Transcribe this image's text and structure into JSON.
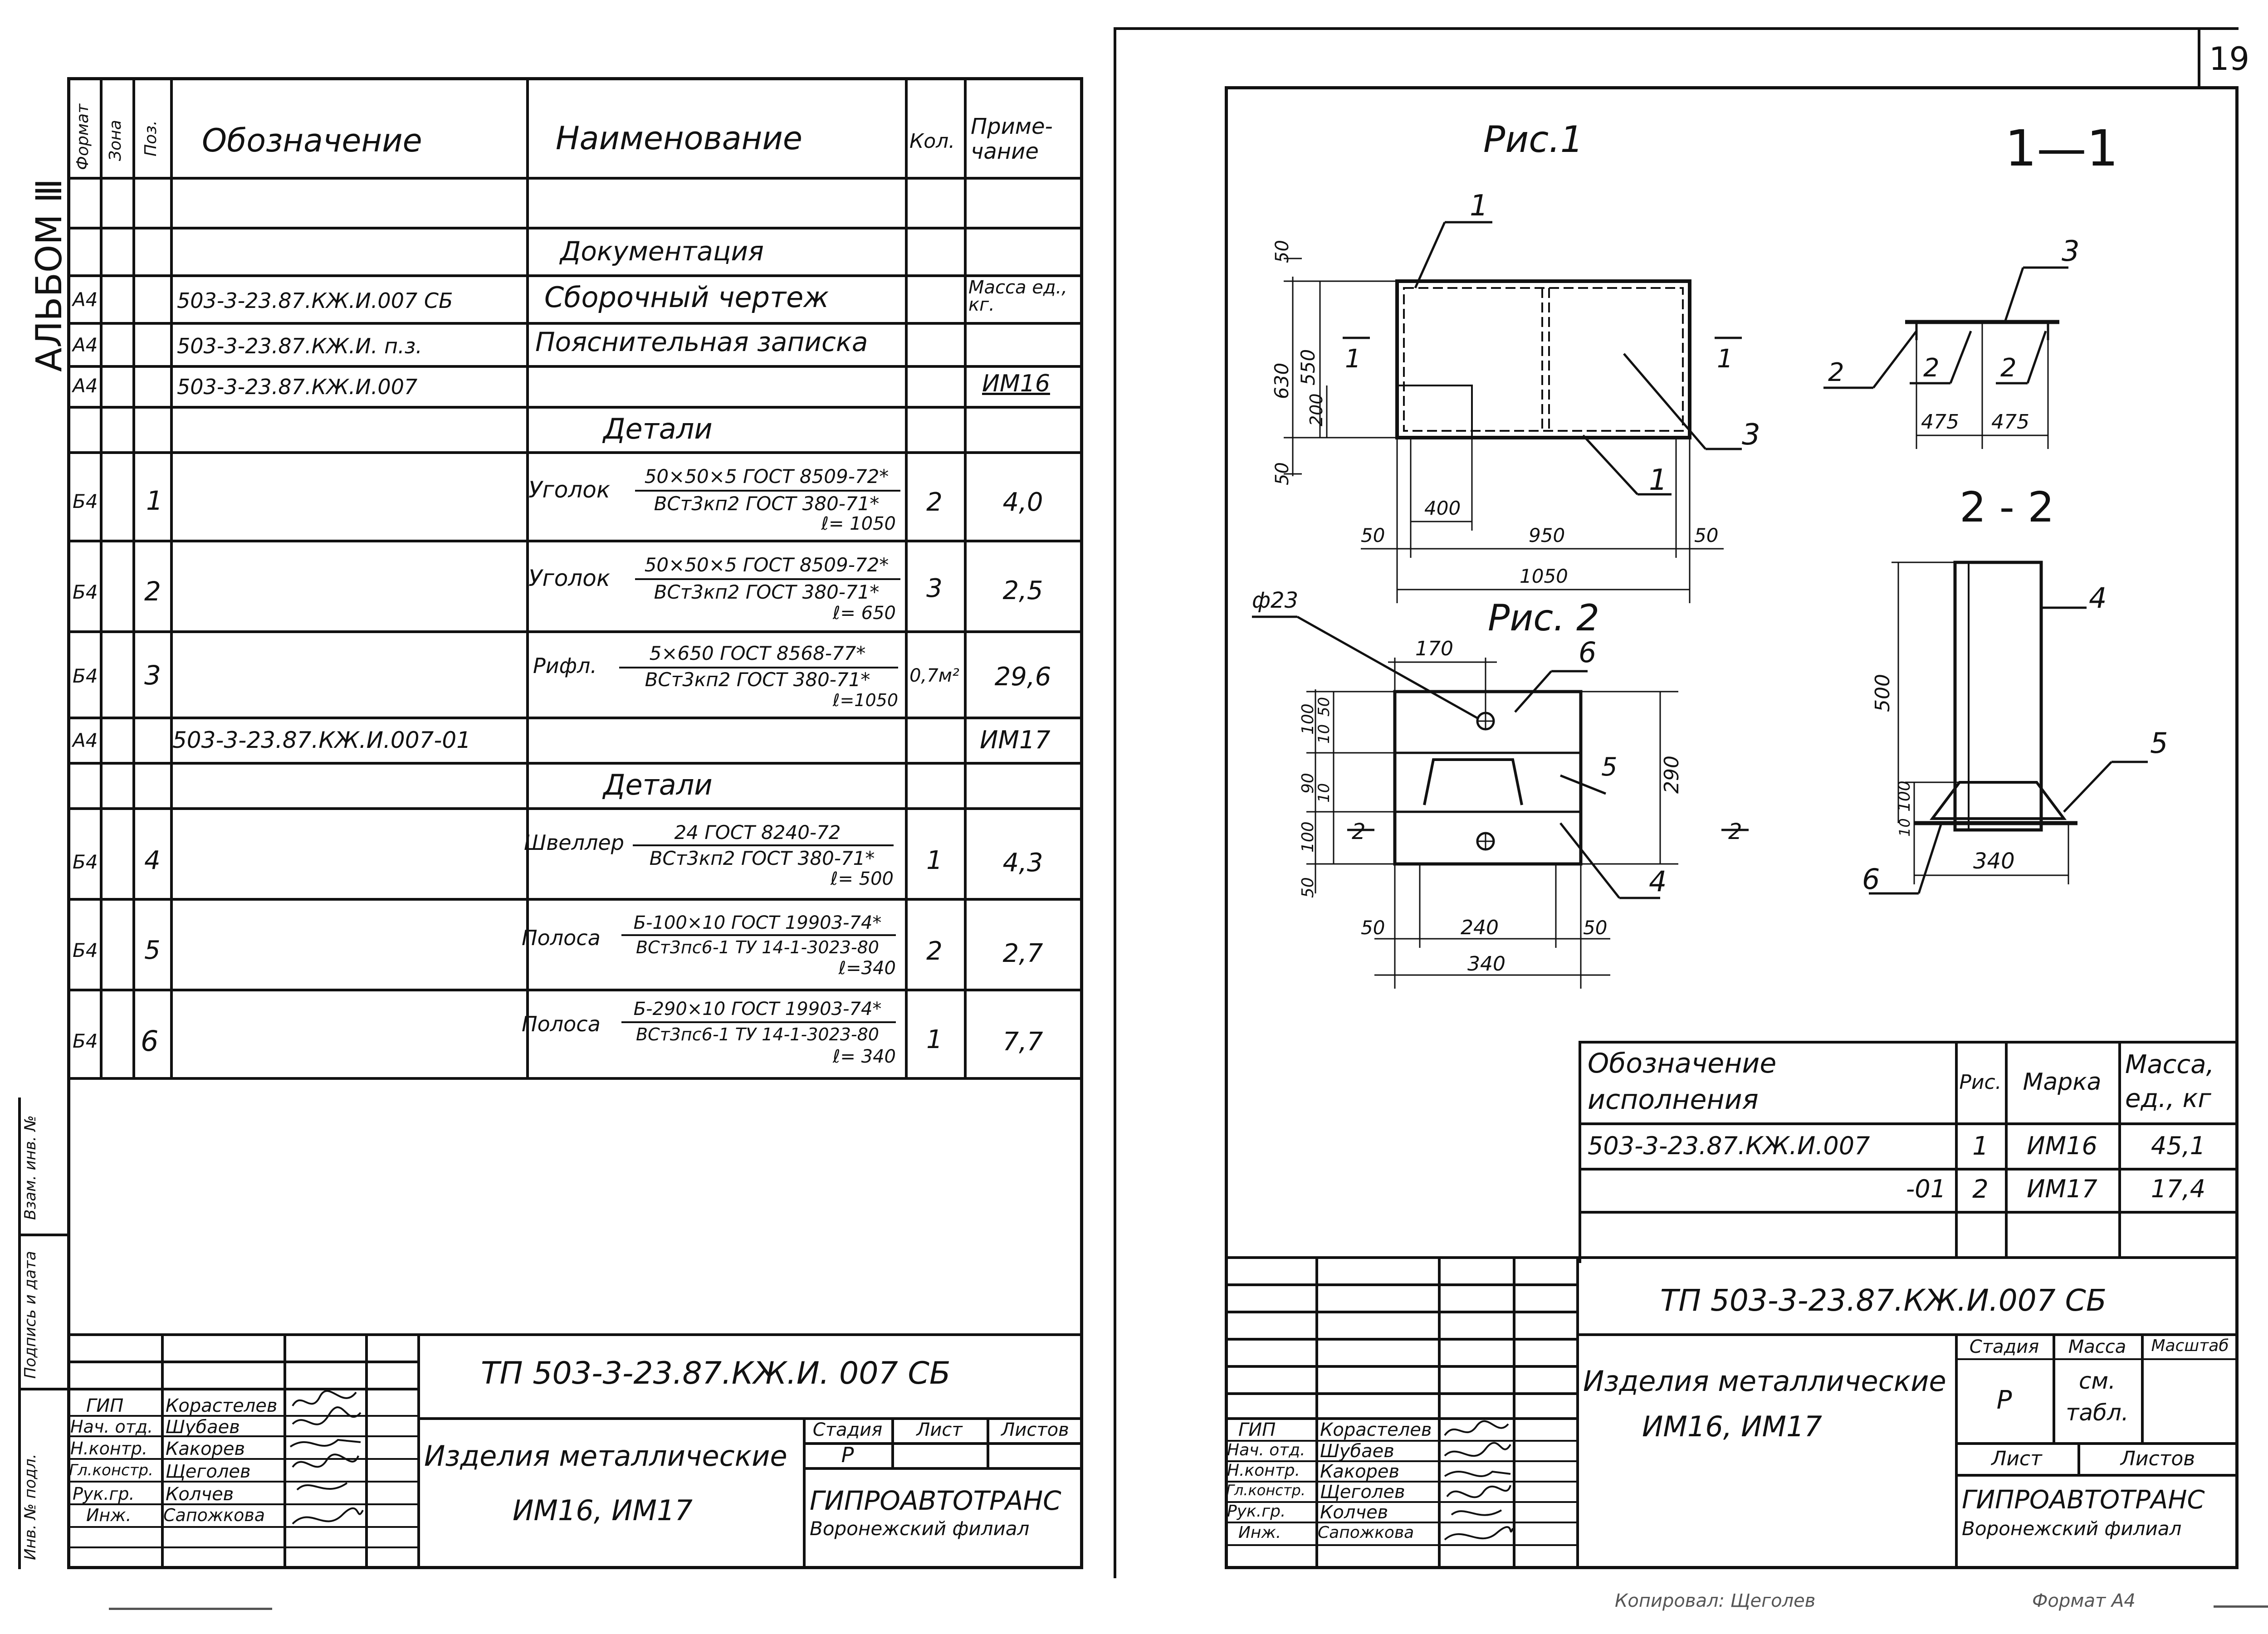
{
  "sheet_number": "19",
  "album_label": "АЛЬБОМ Ⅲ",
  "left_side_labels": [
    "Инв. № подл.",
    "Подпись и дата",
    "Взам. инв. №"
  ],
  "spec": {
    "headers": {
      "format": "Формат",
      "zone": "Зона",
      "pos": "Поз.",
      "designation": "Обозначение",
      "name": "Наименование",
      "qty": "Кол.",
      "note_line1": "Приме-",
      "note_line2": "чание"
    },
    "rows": [
      {
        "format": "",
        "pos": "",
        "designation": "",
        "name": "Документация",
        "qty": "",
        "note": ""
      },
      {
        "format": "А4",
        "pos": "",
        "designation": "503-3-23.87.КЖ.И.007 СБ",
        "name": "Сборочный чертеж",
        "qty": "",
        "note": "Масса ед., кг."
      },
      {
        "format": "А4",
        "pos": "",
        "designation": "503-3-23.87.КЖ.И. п.з.",
        "name": "Пояснительная записка",
        "qty": "",
        "note": ""
      },
      {
        "format": "А4",
        "pos": "",
        "designation": "503-3-23.87.КЖ.И.007",
        "name": "",
        "qty": "",
        "note": "ИМ16"
      },
      {
        "format": "",
        "pos": "",
        "designation": "",
        "name": "Детали",
        "qty": "",
        "note": ""
      },
      {
        "format": "Б4",
        "pos": "1",
        "designation": "",
        "name": "Уголок",
        "frac_top": "50×50×5 ГОСТ 8509-72*",
        "frac_bottom": "ВСт3кп2 ГОСТ 380-71*",
        "frac_sub": "ℓ= 1050",
        "qty": "2",
        "note": "4,0"
      },
      {
        "format": "Б4",
        "pos": "2",
        "designation": "",
        "name": "Уголок",
        "frac_top": "50×50×5 ГОСТ 8509-72*",
        "frac_bottom": "ВСт3кп2 ГОСТ 380-71*",
        "frac_sub": "ℓ= 650",
        "qty": "3",
        "note": "2,5"
      },
      {
        "format": "Б4",
        "pos": "3",
        "designation": "",
        "name": "Рифл.",
        "frac_top": "5×650 ГОСТ 8568-77*",
        "frac_bottom": "ВСт3кп2 ГОСТ 380-71*",
        "frac_sub": "ℓ=1050",
        "qty": "0,7м²",
        "note": "29,6"
      },
      {
        "format": "А4",
        "pos": "",
        "designation": "503-3-23.87.КЖ.И.007-01",
        "name": "",
        "qty": "",
        "note": "ИМ17"
      },
      {
        "format": "",
        "pos": "",
        "designation": "",
        "name": "Детали",
        "qty": "",
        "note": ""
      },
      {
        "format": "Б4",
        "pos": "4",
        "designation": "",
        "name": "Швеллер",
        "frac_top": "24 ГОСТ 8240-72",
        "frac_bottom": "ВСт3кп2 ГОСТ 380-71*",
        "frac_sub": "ℓ= 500",
        "qty": "1",
        "note": "4,3"
      },
      {
        "format": "Б4",
        "pos": "5",
        "designation": "",
        "name": "Полоса",
        "frac_top": "Б-100×10 ГОСТ 19903-74*",
        "frac_bottom": "ВСт3пс6-1 ТУ 14-1-3023-80",
        "frac_sub": "ℓ=340",
        "qty": "2",
        "note": "2,7"
      },
      {
        "format": "Б4",
        "pos": "6",
        "designation": "",
        "name": "Полоса",
        "frac_top": "Б-290×10 ГОСТ 19903-74*",
        "frac_bottom": "ВСт3пс6-1 ТУ 14-1-3023-80",
        "frac_sub": "ℓ= 340",
        "qty": "1",
        "note": "7,7"
      }
    ]
  },
  "title_block_left": {
    "code": "ТП 503-3-23.87.КЖ.И. 007 СБ",
    "title_line1": "Изделия металлические",
    "title_line2": "ИМ16,  ИМ17",
    "stage_header": "Стадия",
    "sheet_header": "Лист",
    "sheets_header": "Листов",
    "stage": "Р",
    "org_line1": "ГИПРОАВТОТРАНС",
    "org_line2": "Воронежский филиал",
    "staff": [
      {
        "role": "ГИП",
        "name": "Корастелев"
      },
      {
        "role": "Нач. отд.",
        "name": "Шубаев"
      },
      {
        "role": "Н.контр.",
        "name": "Какорев"
      },
      {
        "role": "Гл.констр.",
        "name": "Щеголев"
      },
      {
        "role": "Рук.гр.",
        "name": "Колчев"
      },
      {
        "role": "Инж.",
        "name": "Сапожкова"
      }
    ]
  },
  "drawing": {
    "fig1_label": "Рис.1",
    "fig2_label": "Рис. 2",
    "sec11_label": "1—1",
    "sec22_label": "2 - 2",
    "fig1_dims": {
      "d50t": "50",
      "d630": "630",
      "d550": "550",
      "d200": "200",
      "d50b": "50",
      "d400": "400",
      "d50l": "50",
      "d950": "950",
      "d50r": "50",
      "d1050": "1050"
    },
    "fig1_callouts": {
      "c1a": "1",
      "c3": "3",
      "c1b": "1",
      "sec1": "1"
    },
    "sec11": {
      "c3": "3",
      "c2a": "2",
      "c2b": "2",
      "c2c": "2",
      "d475a": "475",
      "d475b": "475"
    },
    "fig2_dims": {
      "phi": "ф23",
      "d170": "170",
      "d100a": "100",
      "d10a": "10",
      "d50a": "50",
      "d90": "90",
      "d10b": "10",
      "d100b": "100",
      "d50b": "50",
      "d290": "290",
      "d50l": "50",
      "d240": "240",
      "d50r": "50",
      "d340": "340"
    },
    "fig2_callouts": {
      "c6": "6",
      "c5": "5",
      "c4": "4",
      "sec2": "2"
    },
    "sec22": {
      "c4": "4",
      "c5": "5",
      "c6": "6",
      "d500": "500",
      "d100": "100",
      "d10": "10",
      "d340": "340"
    }
  },
  "exec_table": {
    "headers": {
      "designation_line1": "Обозначение",
      "designation_line2": "исполнения",
      "fig": "Рис.",
      "mark": "Марка",
      "mass_line1": "Масса,",
      "mass_line2": "ед., кг"
    },
    "rows": [
      {
        "designation": "503-3-23.87.КЖ.И.007",
        "fig": "1",
        "mark": "ИМ16",
        "mass": "45,1"
      },
      {
        "designation": "-01",
        "fig": "2",
        "mark": "ИМ17",
        "mass": "17,4"
      }
    ]
  },
  "title_block_right": {
    "code": "ТП 503-3-23.87.КЖ.И.007 СБ",
    "title_line1": "Изделия металлические",
    "title_line2": "ИМ16,  ИМ17",
    "stage_header": "Стадия",
    "mass_header": "Масса",
    "scale_header": "Масштаб",
    "stage": "Р",
    "mass_line1": "см.",
    "mass_line2": "табл.",
    "sheet_header": "Лист",
    "sheets_header": "Листов",
    "org_line1": "ГИПРОАВТОТРАНС",
    "org_line2": "Воронежский филиал",
    "staff": [
      {
        "role": "ГИП",
        "name": "Корастелев"
      },
      {
        "role": "Нач. отд.",
        "name": "Шубаев"
      },
      {
        "role": "Н.контр.",
        "name": "Какорев"
      },
      {
        "role": "Гл.констр.",
        "name": "Щеголев"
      },
      {
        "role": "Рук.гр.",
        "name": "Колчев"
      },
      {
        "role": "Инж.",
        "name": "Сапожкова"
      }
    ]
  },
  "footer_right": {
    "copied": "Копировал: Щеголев",
    "format": "Формат А4"
  }
}
